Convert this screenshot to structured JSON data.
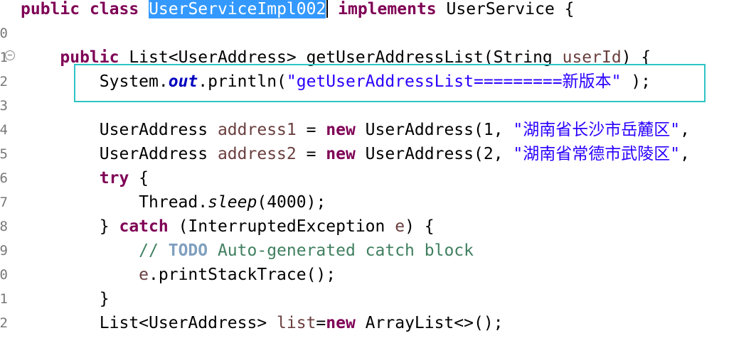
{
  "editor": {
    "line_numbers": [
      "",
      "0",
      "1",
      "2",
      "3",
      "4",
      "5",
      "6",
      "7",
      "8",
      "9",
      "0",
      "1",
      "2"
    ],
    "lines": [
      {
        "parts": [
          {
            "t": "public",
            "c": "kw"
          },
          {
            "t": " "
          },
          {
            "t": "class",
            "c": "kw"
          },
          {
            "t": " "
          },
          {
            "t": "UserServiceImpl002",
            "c": "sel"
          },
          {
            "t": "",
            "c": "caret"
          },
          {
            "t": " "
          },
          {
            "t": "implements",
            "c": "kw"
          },
          {
            "t": " UserService {"
          }
        ]
      },
      {
        "parts": []
      },
      {
        "parts": [
          {
            "t": "    "
          },
          {
            "t": "public",
            "c": "kw"
          },
          {
            "t": " List<UserAddress> getUserAddressList(String "
          },
          {
            "t": "userId",
            "c": "var"
          },
          {
            "t": ") {"
          }
        ]
      },
      {
        "parts": [
          {
            "t": "        System."
          },
          {
            "t": "out",
            "c": "field"
          },
          {
            "t": ".println("
          },
          {
            "t": "\"getUserAddressList=========新版本\"",
            "c": "str"
          },
          {
            "t": " );"
          }
        ]
      },
      {
        "parts": []
      },
      {
        "parts": [
          {
            "t": "        UserAddress "
          },
          {
            "t": "address1",
            "c": "var"
          },
          {
            "t": " = "
          },
          {
            "t": "new",
            "c": "kw"
          },
          {
            "t": " UserAddress(1, "
          },
          {
            "t": "\"湖南省长沙市岳麓区\"",
            "c": "str"
          },
          {
            "t": ", "
          }
        ]
      },
      {
        "parts": [
          {
            "t": "        UserAddress "
          },
          {
            "t": "address2",
            "c": "var"
          },
          {
            "t": " = "
          },
          {
            "t": "new",
            "c": "kw"
          },
          {
            "t": " UserAddress(2, "
          },
          {
            "t": "\"湖南省常德市武陵区\"",
            "c": "str"
          },
          {
            "t": ", "
          }
        ]
      },
      {
        "parts": [
          {
            "t": "        "
          },
          {
            "t": "try",
            "c": "kw"
          },
          {
            "t": " {"
          }
        ]
      },
      {
        "parts": [
          {
            "t": "            Thread."
          },
          {
            "t": "sleep",
            "c": "stat"
          },
          {
            "t": "(4000);"
          }
        ]
      },
      {
        "parts": [
          {
            "t": "        } "
          },
          {
            "t": "catch",
            "c": "kw"
          },
          {
            "t": " (InterruptedException "
          },
          {
            "t": "e",
            "c": "var"
          },
          {
            "t": ") {"
          }
        ]
      },
      {
        "parts": [
          {
            "t": "            "
          },
          {
            "t": "// ",
            "c": "cmt"
          },
          {
            "t": "TODO",
            "c": "todo"
          },
          {
            "t": " Auto-generated catch block",
            "c": "cmt"
          }
        ]
      },
      {
        "parts": [
          {
            "t": "            "
          },
          {
            "t": "e",
            "c": "var"
          },
          {
            "t": ".printStackTrace();"
          }
        ]
      },
      {
        "parts": [
          {
            "t": "        }"
          }
        ]
      },
      {
        "parts": [
          {
            "t": "        List<UserAddress> "
          },
          {
            "t": "list",
            "c": "var"
          },
          {
            "t": "="
          },
          {
            "t": "new",
            "c": "kw"
          },
          {
            "t": " ArrayList<>();"
          }
        ]
      }
    ]
  },
  "colors": {
    "keyword": "#7f0055",
    "string": "#2a00ff",
    "local_variable": "#6a3e3e",
    "static_field": "#0000c0",
    "comment": "#3f7f5f",
    "todo_tag": "#7f9fbf",
    "selection": "#3399ff",
    "highlight_box": "#2ec4c4"
  },
  "icons": {
    "fold_marker": "collapse-circle-icon"
  }
}
